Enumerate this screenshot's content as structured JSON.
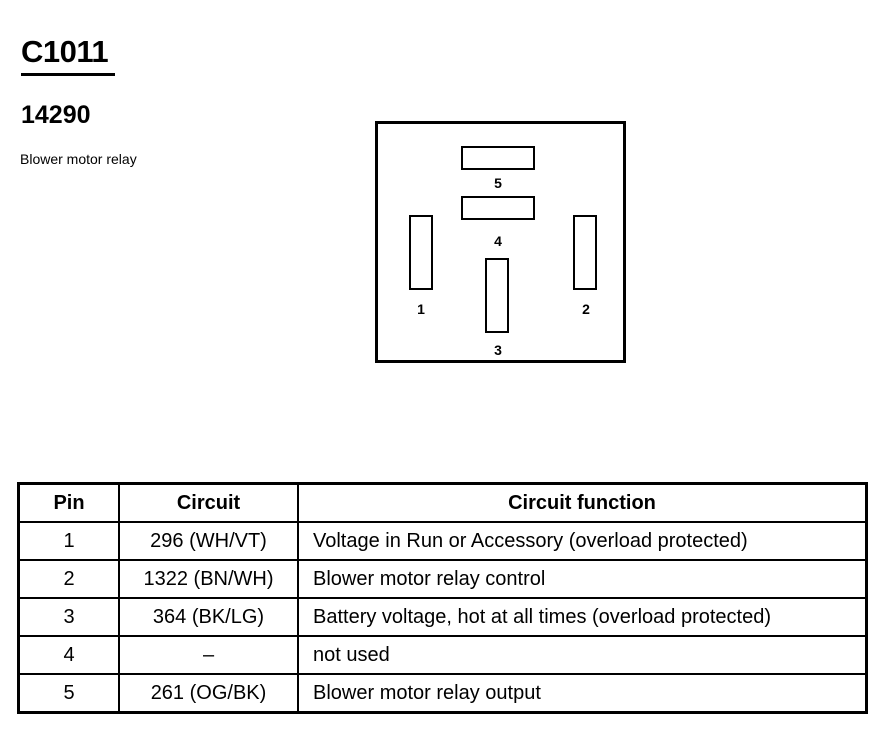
{
  "header": {
    "connector_id": "C1011",
    "part_number": "14290",
    "description": "Blower motor relay"
  },
  "diagram": {
    "pins": [
      {
        "label": "5"
      },
      {
        "label": "4"
      },
      {
        "label": "1"
      },
      {
        "label": "2"
      },
      {
        "label": "3"
      }
    ]
  },
  "table": {
    "headers": [
      "Pin",
      "Circuit",
      "Circuit function"
    ],
    "rows": [
      {
        "pin": "1",
        "circuit": "296 (WH/VT)",
        "function": "Voltage in Run or Accessory (overload protected)"
      },
      {
        "pin": "2",
        "circuit": "1322 (BN/WH)",
        "function": "Blower motor relay control"
      },
      {
        "pin": "3",
        "circuit": "364 (BK/LG)",
        "function": "Battery voltage, hot at all times (overload protected)"
      },
      {
        "pin": "4",
        "circuit": "–",
        "function": "not used"
      },
      {
        "pin": "5",
        "circuit": "261 (OG/BK)",
        "function": "Blower motor relay output"
      }
    ]
  }
}
